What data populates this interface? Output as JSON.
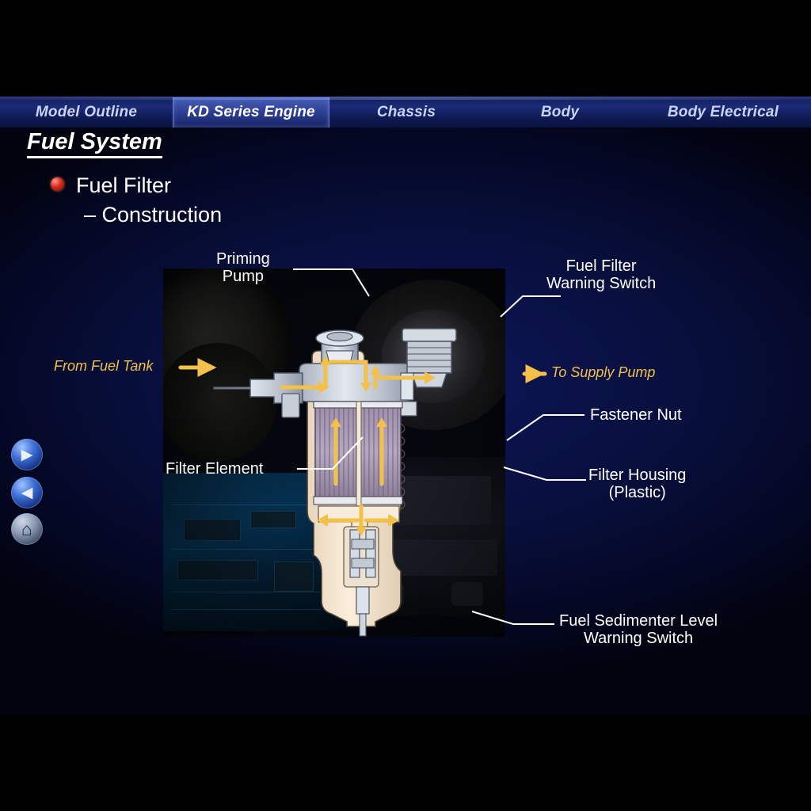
{
  "nav": {
    "tabs": [
      {
        "label": "Model Outline",
        "active": false
      },
      {
        "label": "KD Series Engine",
        "active": true
      },
      {
        "label": "Chassis",
        "active": false
      },
      {
        "label": "Body",
        "active": false
      },
      {
        "label": "Body Electrical",
        "active": false
      }
    ]
  },
  "slide": {
    "title": "Fuel System",
    "bullet_line1": "Fuel Filter",
    "bullet_line2": "– Construction"
  },
  "diagram": {
    "callouts": [
      {
        "id": "priming-pump",
        "line1": "Priming",
        "line2": "Pump"
      },
      {
        "id": "fuel-filter-warning-switch",
        "line1": "Fuel Filter",
        "line2": "Warning Switch"
      },
      {
        "id": "fastener-nut",
        "line1": "Fastener Nut",
        "line2": ""
      },
      {
        "id": "filter-housing",
        "line1": "Filter Housing",
        "line2": "(Plastic)"
      },
      {
        "id": "filter-element",
        "line1": "Filter Element",
        "line2": ""
      },
      {
        "id": "fuel-sedimenter-level-warning-switch",
        "line1": "Fuel Sedimenter Level",
        "line2": "Warning Switch"
      }
    ],
    "flow_labels": [
      {
        "id": "from-fuel-tank",
        "text": "From Fuel Tank"
      },
      {
        "id": "to-supply-pump",
        "text": "To Supply Pump"
      }
    ],
    "colors": {
      "flow_arrow": "#f3c04a",
      "callout_text": "#ffffff",
      "body_fill": "#f6e4cb",
      "metal_fill": "#ccd3dd",
      "element_fill": "#9d8fa8"
    }
  },
  "buttons": [
    {
      "id": "next-button",
      "icon": "next-arrow-icon",
      "glyph": "▶"
    },
    {
      "id": "prev-button",
      "icon": "back-arrow-icon",
      "glyph": "◀"
    },
    {
      "id": "home-button",
      "icon": "home-icon",
      "glyph": "⌂"
    }
  ]
}
